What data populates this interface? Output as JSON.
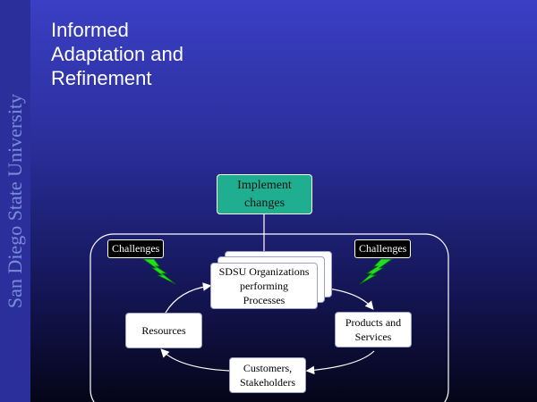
{
  "sidebar": {
    "text": "San Diego State University"
  },
  "title": {
    "line1": "Informed",
    "line2": "Adaptation and",
    "line3": "Refinement"
  },
  "nodes": {
    "implement": {
      "line1": "Implement",
      "line2": "changes"
    },
    "sdsu": {
      "line1": "SDSU Organizations",
      "line2": "performing",
      "line3": "Processes"
    },
    "resources": {
      "label": "Resources"
    },
    "products": {
      "line1": "Products and",
      "line2": "Services"
    },
    "customers": {
      "line1": "Customers,",
      "line2": "Stakeholders"
    }
  },
  "challenges": {
    "left": "Challenges",
    "right": "Challenges"
  },
  "colors": {
    "implement_fill": "#1fae90",
    "lightning": "#22dd22",
    "background_top": "#3a3fc4"
  }
}
